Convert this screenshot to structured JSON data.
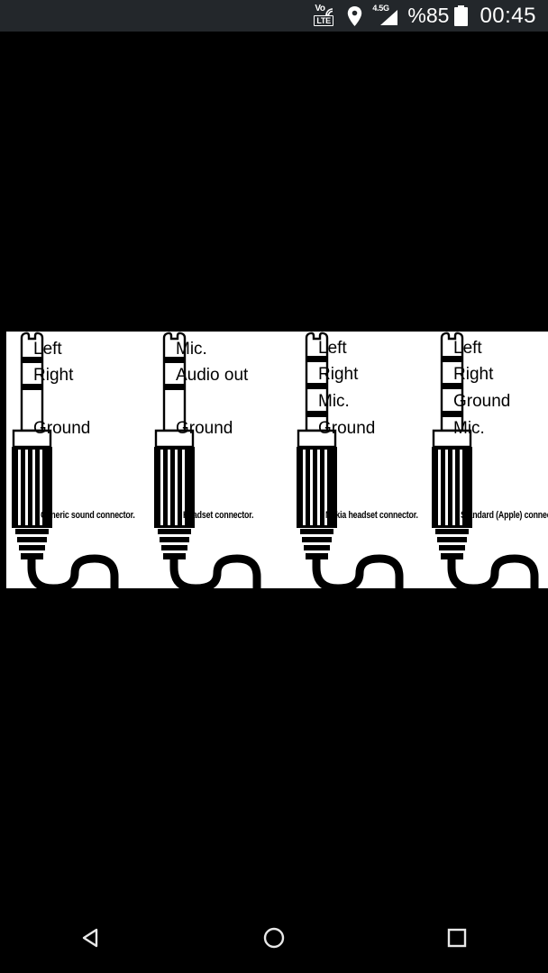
{
  "status_bar": {
    "background": "#23272b",
    "icons": [
      {
        "name": "volte-icon",
        "vo": "Vo",
        "lte": "LTE"
      },
      {
        "name": "location-pin-icon"
      },
      {
        "name": "signal-icon",
        "network": "4.5G"
      }
    ],
    "battery_percent": "%85",
    "battery_icon": "battery-full-icon",
    "clock": "00:45"
  },
  "content": {
    "alt": "Audio jack connector pinout diagram",
    "background": "#ffffff",
    "connectors": [
      {
        "caption": "Generic sound connector.",
        "segments": [
          "Left",
          "Right",
          "Ground"
        ],
        "type": "TRS"
      },
      {
        "caption": "Headset connector.",
        "segments": [
          "Mic.",
          "Audio out",
          "Ground"
        ],
        "type": "TRS"
      },
      {
        "caption": "Nokia headset connector.",
        "segments": [
          "Left",
          "Right",
          "Mic.",
          "Ground"
        ],
        "type": "TRRS"
      },
      {
        "caption": "Standard (Apple) connector.",
        "segments": [
          "Left",
          "Right",
          "Ground",
          "Mic."
        ],
        "type": "TRRS"
      }
    ]
  },
  "nav_bar": {
    "back": "back-button",
    "home": "home-button",
    "recents": "recents-button"
  }
}
